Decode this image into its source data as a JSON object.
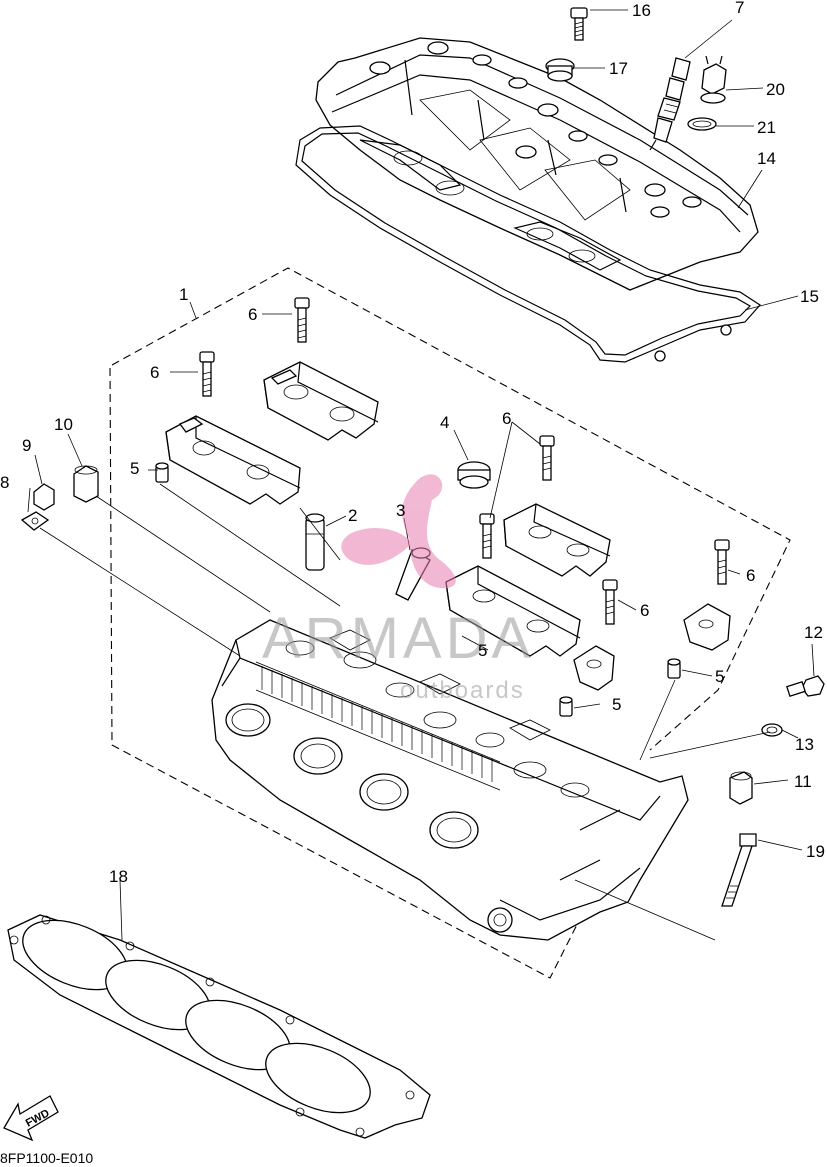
{
  "diagram_code": "8FP1100-E010",
  "fwd_label": "FWD",
  "watermark": {
    "brand": "ARMADA",
    "tagline": "outboards",
    "accent_color": "#e87fb0"
  },
  "callouts": [
    {
      "id": "1",
      "label": "1"
    },
    {
      "id": "2",
      "label": "2"
    },
    {
      "id": "3",
      "label": "3"
    },
    {
      "id": "4",
      "label": "4"
    },
    {
      "id": "5",
      "label": "5"
    },
    {
      "id": "6",
      "label": "6"
    },
    {
      "id": "7",
      "label": "7"
    },
    {
      "id": "8",
      "label": "8"
    },
    {
      "id": "9",
      "label": "9"
    },
    {
      "id": "10",
      "label": "10"
    },
    {
      "id": "11",
      "label": "11"
    },
    {
      "id": "12",
      "label": "12"
    },
    {
      "id": "13",
      "label": "13"
    },
    {
      "id": "14",
      "label": "14"
    },
    {
      "id": "15",
      "label": "15"
    },
    {
      "id": "16",
      "label": "16"
    },
    {
      "id": "17",
      "label": "17"
    },
    {
      "id": "18",
      "label": "18"
    },
    {
      "id": "19",
      "label": "19"
    },
    {
      "id": "20",
      "label": "20"
    },
    {
      "id": "21",
      "label": "21"
    }
  ]
}
